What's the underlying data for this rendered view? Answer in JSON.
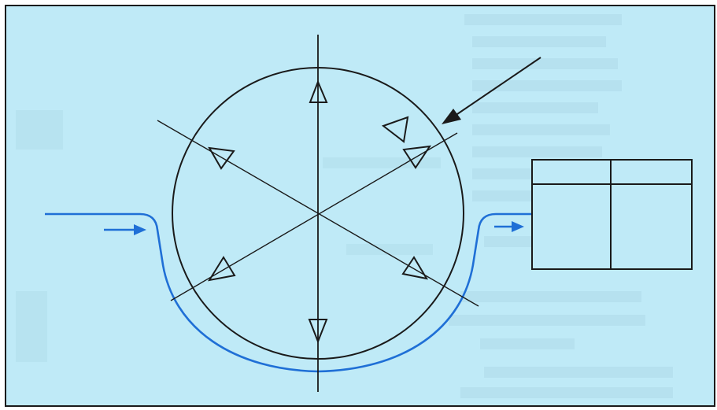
{
  "colors": {
    "background": "#bfeaf7",
    "frame": "#1a1a1a",
    "line": "#1a1a1a",
    "flow": "#1f6fd6",
    "show_through_text": "#7fa6b4"
  },
  "diagram": {
    "type": "radial-flow-schematic",
    "elements": [
      "circular-chamber",
      "three-radial-axes",
      "six-outward-triangle-markers",
      "one-inward-triangle-marker",
      "pointer-arrow",
      "inlet-flow-line-with-arrow",
      "outlet-flow-line-with-arrow",
      "output-block-with-header-and-divider"
    ],
    "flow_direction": "left-to-right"
  }
}
